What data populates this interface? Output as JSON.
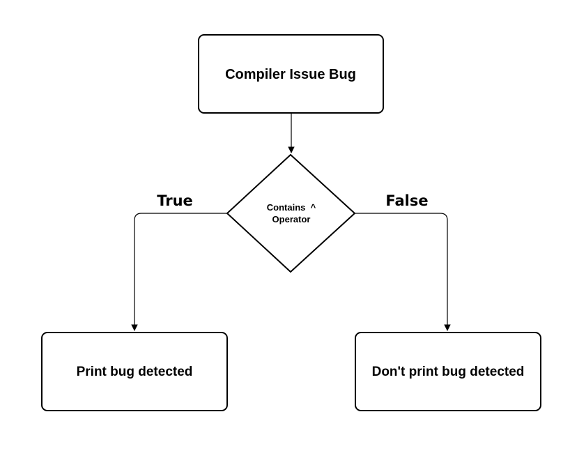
{
  "diagram": {
    "type": "flowchart",
    "nodes": {
      "start": {
        "shape": "rounded-rectangle",
        "label": "Compiler Issue Bug"
      },
      "decision": {
        "shape": "diamond",
        "label_line1": "Contains  ^",
        "label_line2": "Operator"
      },
      "true_branch": {
        "shape": "rounded-rectangle",
        "label": "Print bug detected"
      },
      "false_branch": {
        "shape": "rounded-rectangle",
        "label": "Don't print bug detected"
      }
    },
    "edges": {
      "true_label": "True",
      "false_label": "False"
    },
    "colors": {
      "stroke": "#000000",
      "fill": "#ffffff",
      "text": "#000000"
    }
  }
}
